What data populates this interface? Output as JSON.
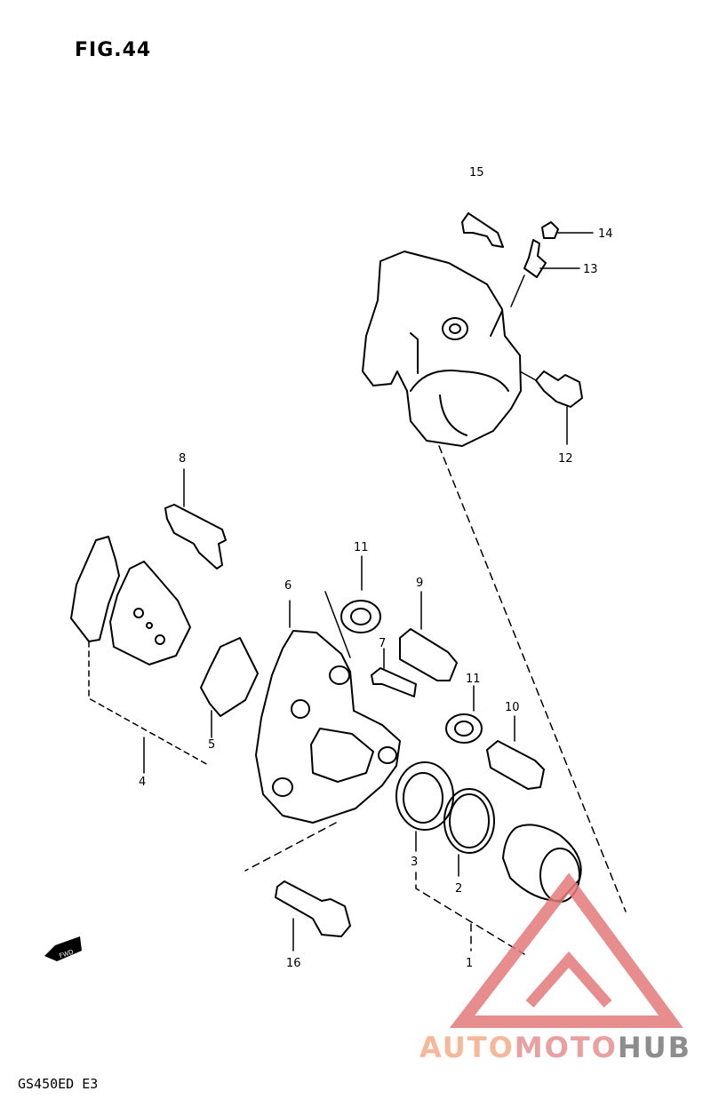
{
  "figure": {
    "title": "FIG.44",
    "model": "GS450ED E3"
  },
  "callouts": [
    {
      "id": "c1",
      "label": "1"
    },
    {
      "id": "c2",
      "label": "2"
    },
    {
      "id": "c3",
      "label": "3"
    },
    {
      "id": "c4",
      "label": "4"
    },
    {
      "id": "c5",
      "label": "5"
    },
    {
      "id": "c6",
      "label": "6"
    },
    {
      "id": "c7",
      "label": "7"
    },
    {
      "id": "c8",
      "label": "8"
    },
    {
      "id": "c9",
      "label": "9"
    },
    {
      "id": "c10",
      "label": "10"
    },
    {
      "id": "c11a",
      "label": "11"
    },
    {
      "id": "c11b",
      "label": "11"
    },
    {
      "id": "c12",
      "label": "12"
    },
    {
      "id": "c13",
      "label": "13"
    },
    {
      "id": "c14",
      "label": "14"
    },
    {
      "id": "c15",
      "label": "15"
    },
    {
      "id": "c16",
      "label": "16"
    }
  ],
  "fwd_label": "FWD",
  "watermark": {
    "part1": "AUTO",
    "part2": "MOTO",
    "part3": "HUB",
    "colors": [
      "#f6b89a",
      "#e9a0a0",
      "#8d8d8d"
    ]
  }
}
